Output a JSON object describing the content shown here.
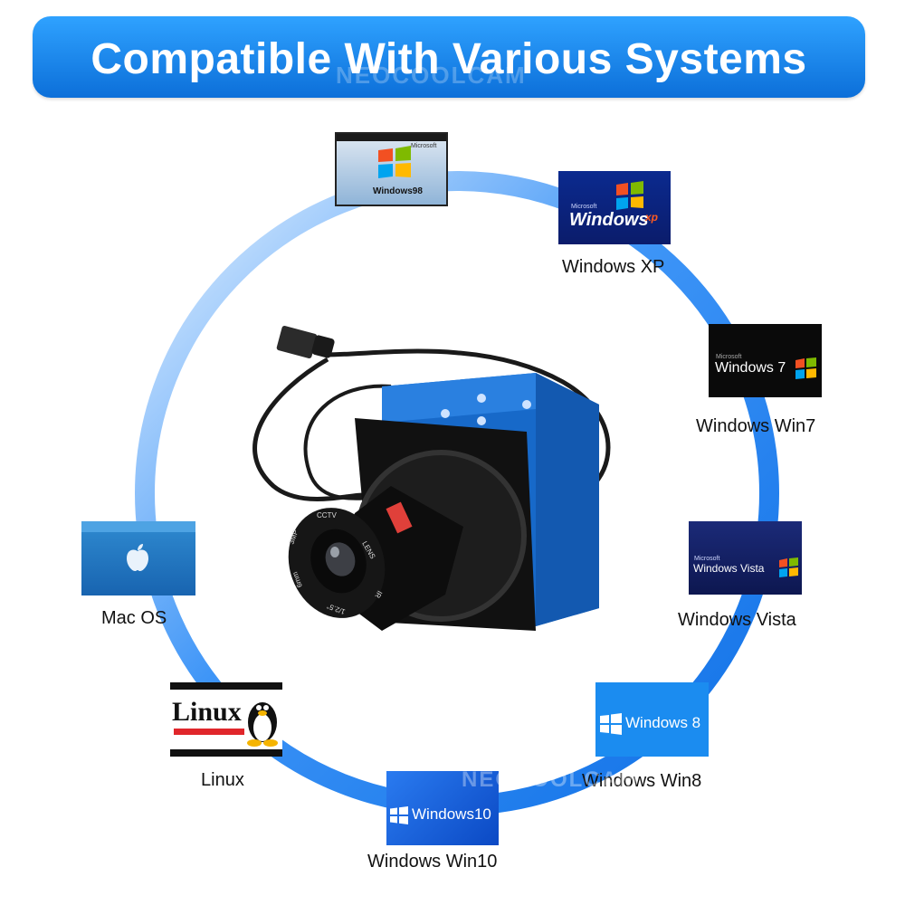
{
  "banner": {
    "title": "Compatible With Various Systems"
  },
  "watermark": "NEOCOOLCAM",
  "systems": [
    {
      "id": "win98",
      "label": "",
      "tile_text": "Windows98"
    },
    {
      "id": "winxp",
      "label": "Windows XP",
      "tile_text": "Windows",
      "tile_sup": "xp"
    },
    {
      "id": "win7",
      "label": "Windows Win7",
      "tile_text": "Windows 7"
    },
    {
      "id": "vista",
      "label": "Windows Vista",
      "tile_text": "Windows Vista"
    },
    {
      "id": "win8",
      "label": "Windows Win8",
      "tile_text": "Windows 8"
    },
    {
      "id": "win10",
      "label": "Windows Win10",
      "tile_text": "Windows10"
    },
    {
      "id": "linux",
      "label": "Linux",
      "tile_text": "Linux"
    },
    {
      "id": "mac",
      "label": "Mac OS",
      "tile_text": ""
    }
  ],
  "ms_brand": "Microsoft",
  "lens_text": [
    "CCTV",
    "LENS",
    "3MP",
    "6mm",
    "1/2.5\"",
    "IR"
  ],
  "colors": {
    "banner": "#1a86ec",
    "ring": "#1d7ff0",
    "camera_body": "#1769c9"
  }
}
